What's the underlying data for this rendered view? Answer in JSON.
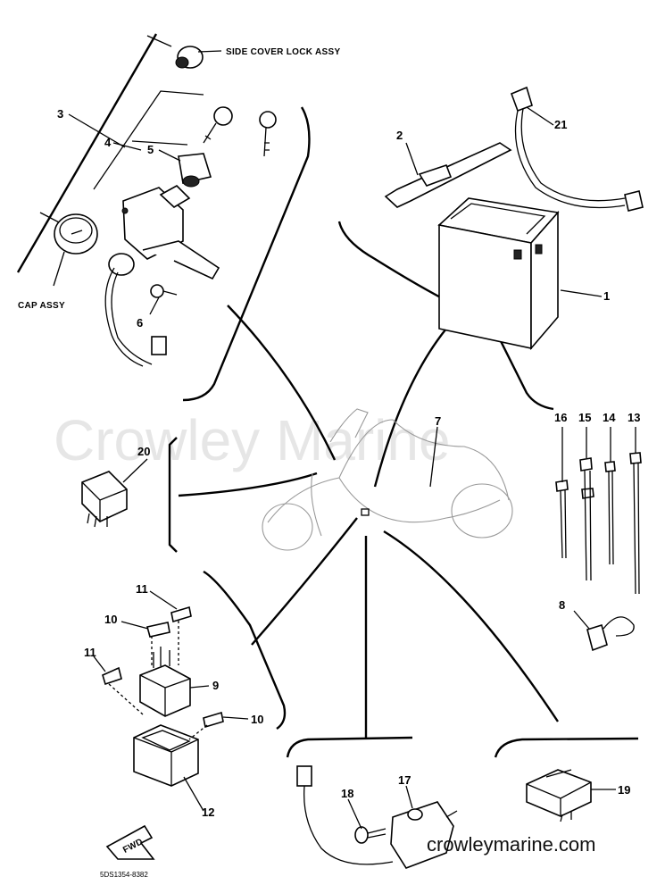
{
  "watermark": "Crowley Marine",
  "website": "crowleymarine.com",
  "diagram_code": "5DS1354-8382",
  "fwd_label": "FWD",
  "callouts": {
    "side_cover_lock": "SIDE COVER LOCK ASSY",
    "cap_assy": "CAP ASSY",
    "c1": "1",
    "c2": "2",
    "c3": "3",
    "c4": "4",
    "c5": "5",
    "c6": "6",
    "c7": "7",
    "c8": "8",
    "c9": "9",
    "c10a": "10",
    "c10b": "10",
    "c11a": "11",
    "c11b": "11",
    "c12": "12",
    "c13": "13",
    "c14": "14",
    "c15": "15",
    "c16": "16",
    "c17": "17",
    "c18": "18",
    "c19": "19",
    "c20": "20",
    "c21": "21"
  }
}
